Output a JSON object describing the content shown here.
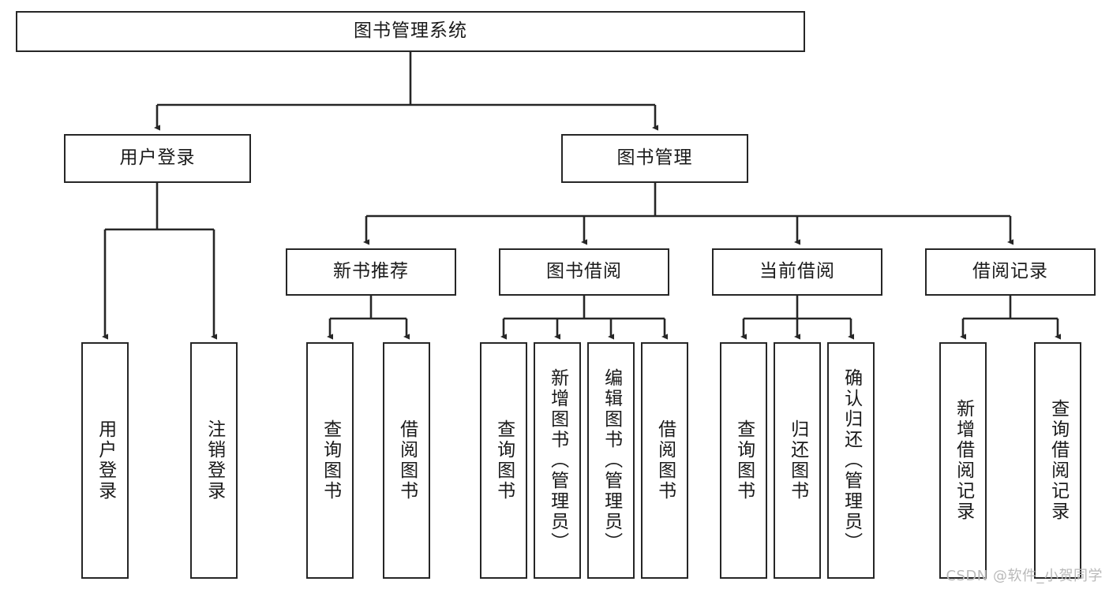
{
  "diagram": {
    "title": "图书管理系统",
    "type": "tree-hierarchy",
    "root": {
      "label": "图书管理系统"
    },
    "level2": [
      {
        "label": "用户登录"
      },
      {
        "label": "图书管理"
      }
    ],
    "level3": [
      {
        "label": "新书推荐"
      },
      {
        "label": "图书借阅"
      },
      {
        "label": "当前借阅"
      },
      {
        "label": "借阅记录"
      }
    ],
    "leaves": {
      "user_login": [
        {
          "label": "用户登录"
        },
        {
          "label": "注销登录"
        }
      ],
      "new_book_recommend": [
        {
          "label": "查询图书"
        },
        {
          "label": "借阅图书"
        }
      ],
      "book_borrow": [
        {
          "label": "查询图书"
        },
        {
          "label": "新增图书（管理员）"
        },
        {
          "label": "编辑图书（管理员）"
        },
        {
          "label": "借阅图书"
        }
      ],
      "current_borrow": [
        {
          "label": "查询图书"
        },
        {
          "label": "归还图书"
        },
        {
          "label": "确认归还（管理员）"
        }
      ],
      "borrow_record": [
        {
          "label": "新增借阅记录"
        },
        {
          "label": "查询借阅记录"
        }
      ]
    }
  },
  "watermark": {
    "text": "CSDN @软件_小贺同学"
  },
  "colors": {
    "border": "#262626",
    "text": "#1a1a1a",
    "background": "#ffffff",
    "watermark": "#b9b9b9"
  }
}
